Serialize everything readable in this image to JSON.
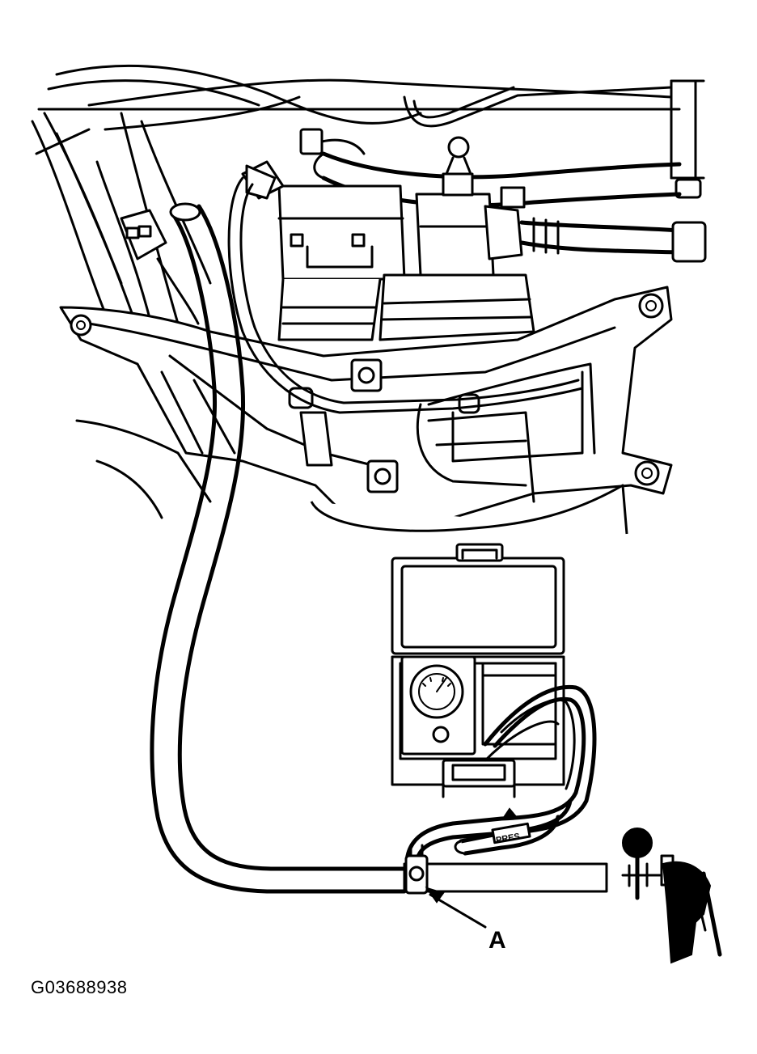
{
  "figure": {
    "callout_label": "A",
    "figure_id": "G03688938",
    "hose_print": "PRES"
  }
}
